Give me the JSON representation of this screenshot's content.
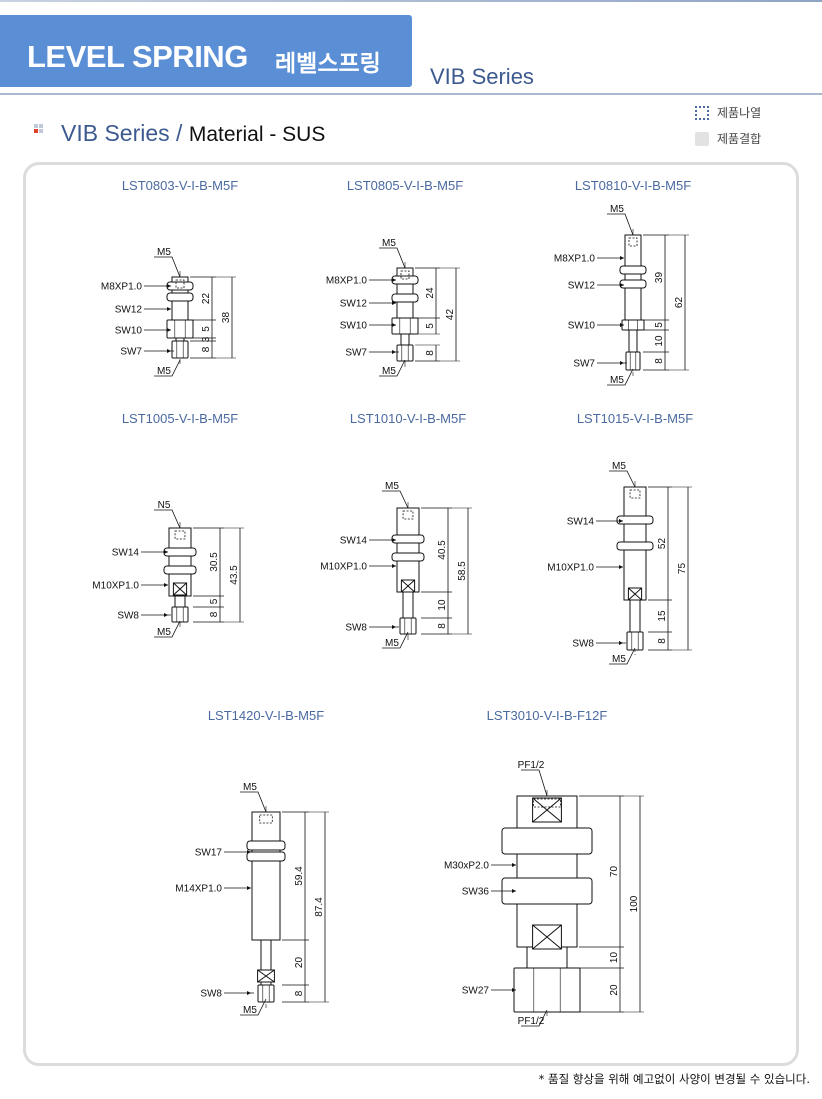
{
  "header": {
    "title_en": "LEVEL SPRING",
    "title_ko": "레벨스프링",
    "series_tab": "VIB Series"
  },
  "section": {
    "series": "VIB Series",
    "separator": "/",
    "material": "Material - SUS"
  },
  "view_options": [
    {
      "label": "제품나열",
      "icon": "dotted-square-icon"
    },
    {
      "label": "제품결합",
      "icon": "gray-square-icon"
    }
  ],
  "products": [
    {
      "model": "LST0803-V-I-B-M5F",
      "callouts": [
        "M5",
        "M8XP1.0",
        "SW12",
        "SW10",
        "SW7",
        "M5"
      ],
      "dims": [
        "22",
        "5",
        "3",
        "8",
        "38"
      ]
    },
    {
      "model": "LST0805-V-I-B-M5F",
      "callouts": [
        "M5",
        "M8XP1.0",
        "SW12",
        "SW10",
        "SW7",
        "M5"
      ],
      "dims": [
        "24",
        "5",
        "8",
        "42"
      ]
    },
    {
      "model": "LST0810-V-I-B-M5F",
      "callouts": [
        "M5",
        "M8XP1.0",
        "SW12",
        "SW10",
        "SW7",
        "M5"
      ],
      "dims": [
        "39",
        "5",
        "10",
        "8",
        "62"
      ]
    },
    {
      "model": "LST1005-V-I-B-M5F",
      "callouts": [
        "N5",
        "SW14",
        "M10XP1.0",
        "SW8",
        "M5"
      ],
      "dims": [
        "30.5",
        "5",
        "8",
        "43.5"
      ]
    },
    {
      "model": "LST1010-V-I-B-M5F",
      "callouts": [
        "M5",
        "SW14",
        "M10XP1.0",
        "SW8",
        "M5"
      ],
      "dims": [
        "40.5",
        "10",
        "8",
        "58.5"
      ]
    },
    {
      "model": "LST1015-V-I-B-M5F",
      "callouts": [
        "M5",
        "SW14",
        "M10XP1.0",
        "SW8",
        "M5"
      ],
      "dims": [
        "52",
        "15",
        "8",
        "75"
      ]
    },
    {
      "model": "LST1420-V-I-B-M5F",
      "callouts": [
        "M5",
        "SW17",
        "M14XP1.0",
        "SW8",
        "M5"
      ],
      "dims": [
        "59.4",
        "20",
        "8",
        "87.4"
      ]
    },
    {
      "model": "LST3010-V-I-B-F12F",
      "callouts": [
        "PF1/2",
        "M30xP2.0",
        "SW36",
        "SW27",
        "PF1/2"
      ],
      "dims": [
        "70",
        "10",
        "20",
        "100"
      ]
    }
  ],
  "footer_note": "* 품질 향상을 위해 예고없이 사양이 변경될 수 있습니다."
}
